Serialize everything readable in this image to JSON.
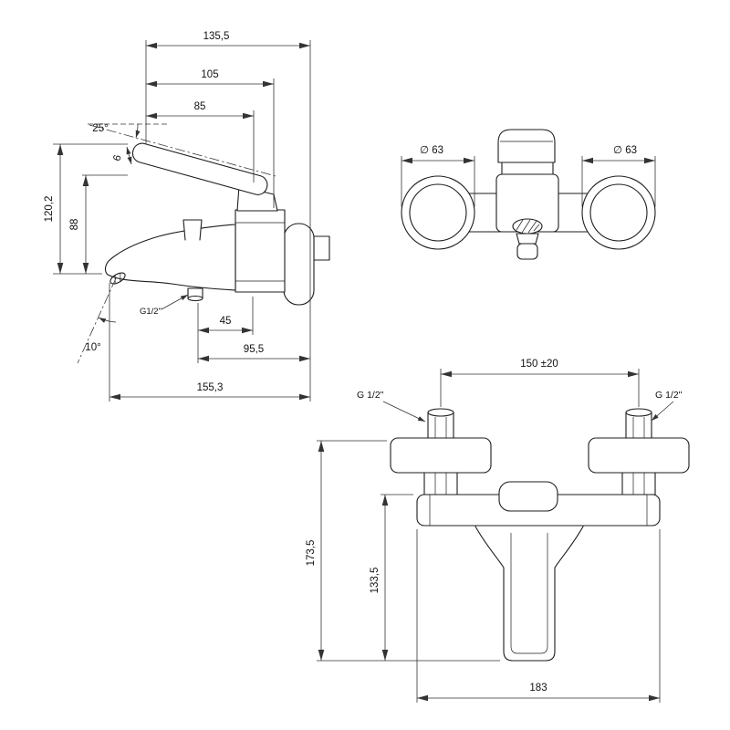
{
  "drawing_title": "wall-mounted-bath-mixer-dimensional-drawing",
  "line_color": "#1d1d1d",
  "background_color": "#ffffff",
  "side_view": {
    "dim_135_5": "135,5",
    "dim_105": "105",
    "dim_85": "85",
    "angle_25": "25°",
    "dim_6": "6",
    "dim_120_2": "120,2",
    "dim_88": "88",
    "thread_label": "G1/2\"",
    "dim_45": "45",
    "angle_10": "10°",
    "dim_95_5": "95,5",
    "dim_155_3": "155,3"
  },
  "front_view": {
    "dia_left": "∅ 63",
    "dia_right": "∅ 63"
  },
  "installation_view": {
    "dim_150": "150 ±20",
    "thread_left": "G 1/2\"",
    "thread_right": "G 1/2\"",
    "dim_173_5": "173,5",
    "dim_133_5": "133,5",
    "dim_183": "183"
  }
}
